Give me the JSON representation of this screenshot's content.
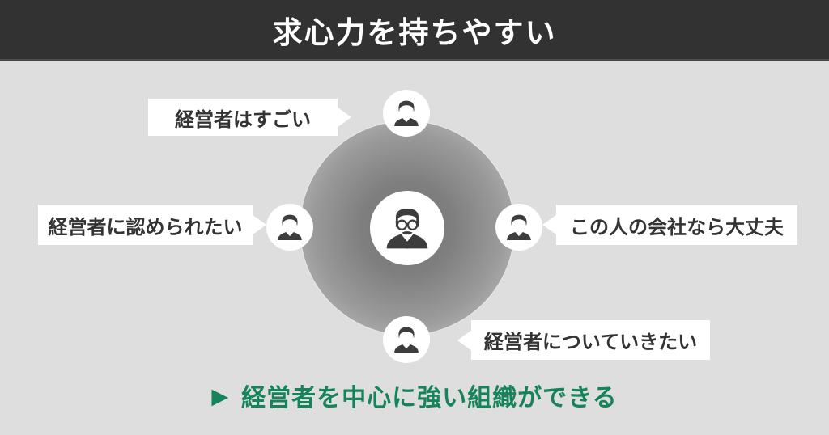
{
  "header": {
    "title": "求心力を持ちやすい"
  },
  "diagram": {
    "bubbles": [
      {
        "position": "top-left",
        "text": "経営者はすごい",
        "arrow": "right"
      },
      {
        "position": "left",
        "text": "経営者に認められたい",
        "arrow": "right"
      },
      {
        "position": "right",
        "text": "この人の会社なら大丈夫",
        "arrow": "left"
      },
      {
        "position": "bottom",
        "text": "経営者についていきたい",
        "arrow": "left"
      }
    ],
    "icons": {
      "center": "executive-with-glasses-icon",
      "satellites": "employee-person-icon",
      "satellite_count": 4
    }
  },
  "conclusion": {
    "marker": "▶",
    "text": "経営者を中心に強い組織ができる"
  },
  "colors": {
    "header_bg": "#323232",
    "header_text": "#ffffff",
    "background": "#dedede",
    "bubble_bg": "#ffffff",
    "bubble_text": "#333333",
    "icon_glyph": "#3d3d3d",
    "gradient_center": "#777777",
    "gradient_edge": "#c9c9c9",
    "accent_green": "#15845a"
  }
}
